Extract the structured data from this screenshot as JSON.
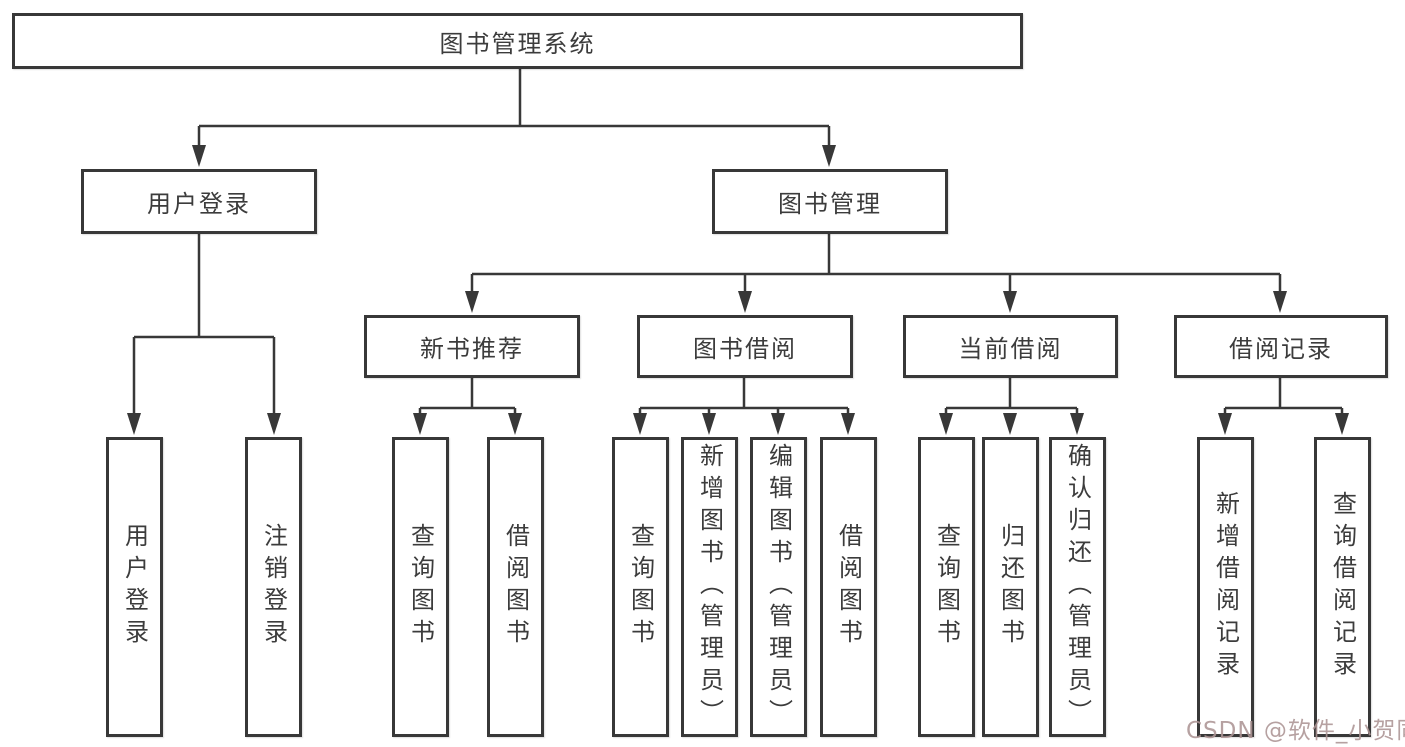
{
  "tree": {
    "root": {
      "label": "图书管理系统"
    },
    "branches": [
      {
        "label": "用户登录",
        "children": [
          {
            "label": "用户登录"
          },
          {
            "label": "注销登录"
          }
        ]
      },
      {
        "label": "图书管理",
        "children": [
          {
            "label": "新书推荐",
            "children": [
              {
                "label": "查询图书"
              },
              {
                "label": "借阅图书"
              }
            ]
          },
          {
            "label": "图书借阅",
            "children": [
              {
                "label": "查询图书"
              },
              {
                "label": "新增图书（管理员）"
              },
              {
                "label": "编辑图书（管理员）"
              },
              {
                "label": "借阅图书"
              }
            ]
          },
          {
            "label": "当前借阅",
            "children": [
              {
                "label": "查询图书"
              },
              {
                "label": "归还图书"
              },
              {
                "label": "确认归还（管理员）"
              }
            ]
          },
          {
            "label": "借阅记录",
            "children": [
              {
                "label": "新增借阅记录"
              },
              {
                "label": "查询借阅记录"
              }
            ]
          }
        ]
      }
    ]
  },
  "watermark": {
    "text": "CSDN @软件_小贺同学",
    "color": "#ac9494"
  },
  "colors": {
    "background": "#ffffff",
    "line": "#383838",
    "box_border": "#383838",
    "text": "#3c3c3c"
  }
}
